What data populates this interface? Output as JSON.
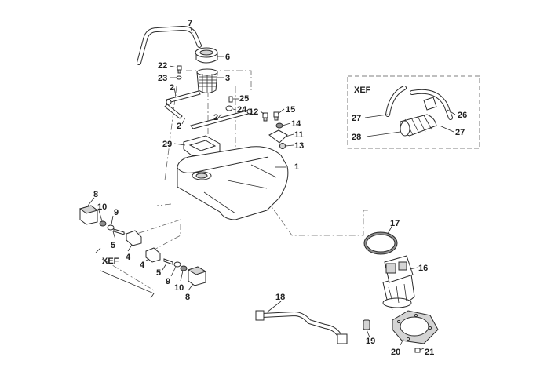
{
  "callouts": {
    "c1": "1",
    "c2a": "2",
    "c2b": "2",
    "c2c": "2",
    "c3": "3",
    "c4a": "4",
    "c4b": "4",
    "c5a": "5",
    "c5b": "5",
    "c6": "6",
    "c7": "7",
    "c8a": "8",
    "c8b": "8",
    "c9a": "9",
    "c9b": "9",
    "c10a": "10",
    "c10b": "10",
    "c11": "11",
    "c12": "12",
    "c13": "13",
    "c14": "14",
    "c15": "15",
    "c16": "16",
    "c17": "17",
    "c18": "18",
    "c19": "19",
    "c20": "20",
    "c21": "21",
    "c22": "22",
    "c23": "23",
    "c24": "24",
    "c25": "25",
    "c26": "26",
    "c27a": "27",
    "c27b": "27",
    "c28": "28",
    "c29": "29"
  },
  "variant_labels": {
    "xef_box": "XEF",
    "xef_mounts": "XEF"
  },
  "colors": {
    "line": "#2b2b2b",
    "fill_light": "#d4d4d4",
    "fill_dark": "#8e8e8e"
  }
}
